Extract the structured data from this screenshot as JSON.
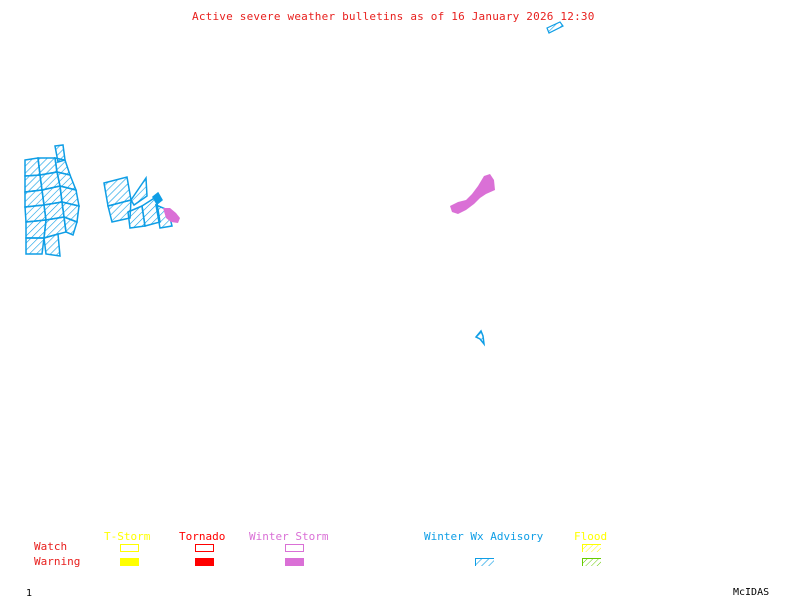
{
  "title": "Active severe weather bulletins as of 16 January 2026 12:30",
  "frame_number": "1",
  "software_label": "McIDAS",
  "colors": {
    "title": "#e8201e",
    "tstorm": "#ffff00",
    "tornado": "#ff0000",
    "winter_storm": "#da70d6",
    "winter_wx_advisory": "#0f9ee6",
    "flood_watch": "#ffff00",
    "flood_warning": "#66cc00"
  },
  "legend": {
    "row_labels": {
      "watch": "Watch",
      "warning": "Warning"
    },
    "columns": [
      {
        "key": "tstorm",
        "label": "T-Storm",
        "watch": "outline",
        "warning": "filled"
      },
      {
        "key": "tornado",
        "label": "Tornado",
        "watch": "outline",
        "warning": "filled"
      },
      {
        "key": "winter_storm",
        "label": "Winter Storm",
        "watch": "outline",
        "warning": "filled"
      },
      {
        "key": "winter_wx_advisory",
        "label": "Winter Wx Advisory",
        "watch": "none",
        "warning": "hatched"
      },
      {
        "key": "flood",
        "label": "Flood",
        "watch": "hatched",
        "warning": "hatched"
      }
    ]
  },
  "map_features": [
    {
      "type": "Winter Wx Advisory",
      "region": "west cluster of zones",
      "style": "hatched"
    },
    {
      "type": "Winter Wx Advisory",
      "region": "west-central zones",
      "style": "hatched"
    },
    {
      "type": "Winter Storm",
      "region": "west-central zone",
      "style": "filled"
    },
    {
      "type": "Winter Storm",
      "region": "east-central band",
      "style": "filled"
    },
    {
      "type": "Winter Wx Advisory",
      "region": "small east zone",
      "style": "hatched"
    },
    {
      "type": "Winter Wx Advisory",
      "region": "northeast sliver",
      "style": "hatched"
    }
  ]
}
